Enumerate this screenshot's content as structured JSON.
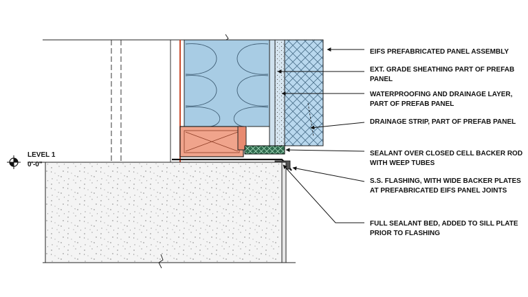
{
  "level_marker": {
    "name": "LEVEL 1",
    "elevation": "0'-0\""
  },
  "callouts": [
    {
      "line1": "EIFS PREFABRICATED PANEL ASSEMBLY",
      "line2": ""
    },
    {
      "line1": "EXT. GRADE SHEATHING PART OF PREFAB",
      "line2": "PANEL"
    },
    {
      "line1": "WATERPROOFING AND DRAINAGE LAYER,",
      "line2": "PART OF PREFAB PANEL"
    },
    {
      "line1": "DRAINAGE STRIP, PART OF PREFAB PANEL",
      "line2": ""
    },
    {
      "line1": "SEALANT OVER CLOSED CELL BACKER ROD",
      "line2": "WITH WEEP TUBES"
    },
    {
      "line1": "S.S. FLASHING, WITH WIDE BACKER PLATES",
      "line2": "AT PREFABRICATED EIFS PANEL JOINTS"
    },
    {
      "line1": "FULL SEALANT BED, ADDED TO SILL PLATE",
      "line2": "PRIOR TO FLASHING"
    }
  ],
  "colors": {
    "insulation_panel": "#a8cce4",
    "eifs_mesh": "#b9d8ee",
    "sill_wood": "#f0a48c",
    "sealant": "#2f6b4e",
    "concrete": "#f2f2f2",
    "line": "#222222"
  }
}
